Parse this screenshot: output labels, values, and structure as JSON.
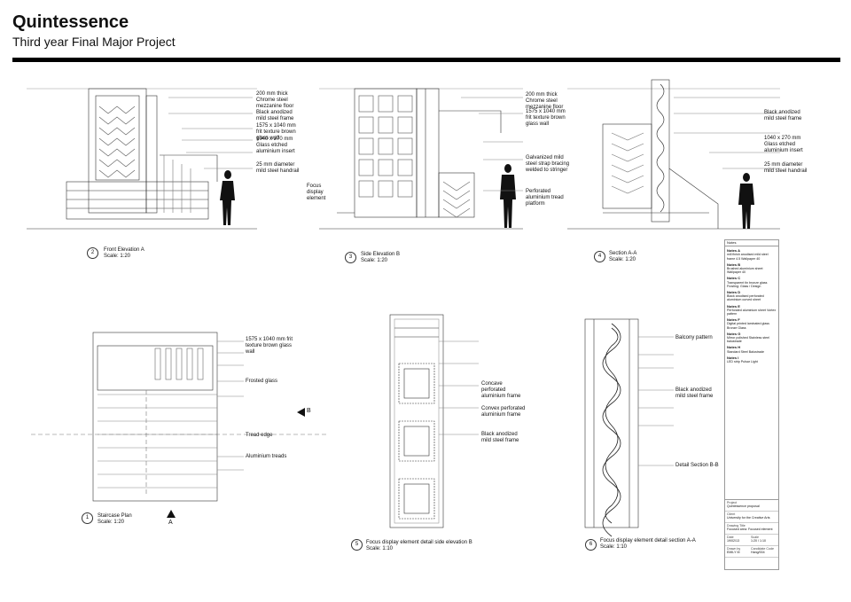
{
  "header": {
    "title": "Quintessence",
    "subtitle": "Third year Final Major Project"
  },
  "drawings": [
    {
      "num": "2",
      "title": "Front Elevation A",
      "scale": "Scale: 1:20"
    },
    {
      "num": "3",
      "title": "Side Elevation B",
      "scale": "Scale: 1:20"
    },
    {
      "num": "4",
      "title": "Section A-A",
      "scale": "Scale: 1:20"
    },
    {
      "num": "1",
      "title": "Staircase Plan",
      "scale": "Scale: 1:20"
    },
    {
      "num": "5",
      "title": "Focus display element detail side elevation B",
      "scale": "Scale: 1:10"
    },
    {
      "num": "6",
      "title": "Focus display element detail section A-A",
      "scale": "Scale: 1:10"
    }
  ],
  "annotations": {
    "front": [
      "200 mm thick Chrome steel mezzanine floor",
      "Black anodized mild steel frame",
      "1575 x 1040 mm frit texture brown glass wall",
      "1040 x 270 mm Glass etched aluminium insert",
      "25 mm diameter mild steel handrail"
    ],
    "side": [
      "200 mm thick Chrome steel mezzanine floor",
      "1575 x 1040 mm frit texture brown glass wall",
      "Focus display element",
      "Galvanized mild steel strap bracing welded to stringer",
      "Perforated aluminium tread platform"
    ],
    "section": [
      "Black anodized mild steel frame",
      "1040 x 270 mm Glass etched aluminium insert",
      "25 mm diameter mild steel handrail"
    ],
    "plan": [
      "1575 x 1040 mm frit texture brown glass wall",
      "Frosted glass",
      "Tread edge",
      "Aluminium treads"
    ],
    "detail5": [
      "Concave perforated aluminium frame",
      "Convex perforated aluminium frame",
      "Black anodized mild steel frame"
    ],
    "detail6": [
      "Balcony pattern",
      "Black anodized mild steel frame",
      "Detail Section B-B"
    ]
  },
  "markers": {
    "a": "A",
    "b": "B"
  },
  "notes": {
    "title": "Notes",
    "items": [
      {
        "h": "Notes A",
        "t": "mill finish anodised mild steel frame 4.5 Wallpaper 40"
      },
      {
        "h": "Notes B",
        "t": "Brushed aluminium sheet Wallpaper 40"
      },
      {
        "h": "Notes C",
        "t": "Transparent tin bronze glass Frosting: Glass / Design"
      },
      {
        "h": "Notes D",
        "t": "Black anodised perforated aluminium curved sheet"
      },
      {
        "h": "Notes E",
        "t": "Perforated aluminium sheet Vortex pattern"
      },
      {
        "h": "Notes F",
        "t": "Digital printed laminated glass Bronze Glass"
      },
      {
        "h": "Notes G",
        "t": "Mirror polished Stainless steel balustrade"
      },
      {
        "h": "Notes H",
        "t": "Standard Steel Balustrade"
      },
      {
        "h": "Notes I",
        "t": "LED strip Pulsar Light"
      }
    ]
  },
  "titleblock": {
    "project_k": "Project",
    "project_v": "Quintessence proposal",
    "client_k": "Client",
    "client_v": "University for the Creative Arts",
    "drawing_k": "Drawing Title",
    "drawing_v": "Focused area: Focused element",
    "date_k": "Date",
    "date_v": "19/02/13",
    "scale_k": "Scale",
    "scale_v": "1:20 / 1:10",
    "drawn_k": "Drawn by",
    "drawn_v": "EMILY M",
    "cand_k": "Candidate Code",
    "cand_v": "Hang/004"
  }
}
